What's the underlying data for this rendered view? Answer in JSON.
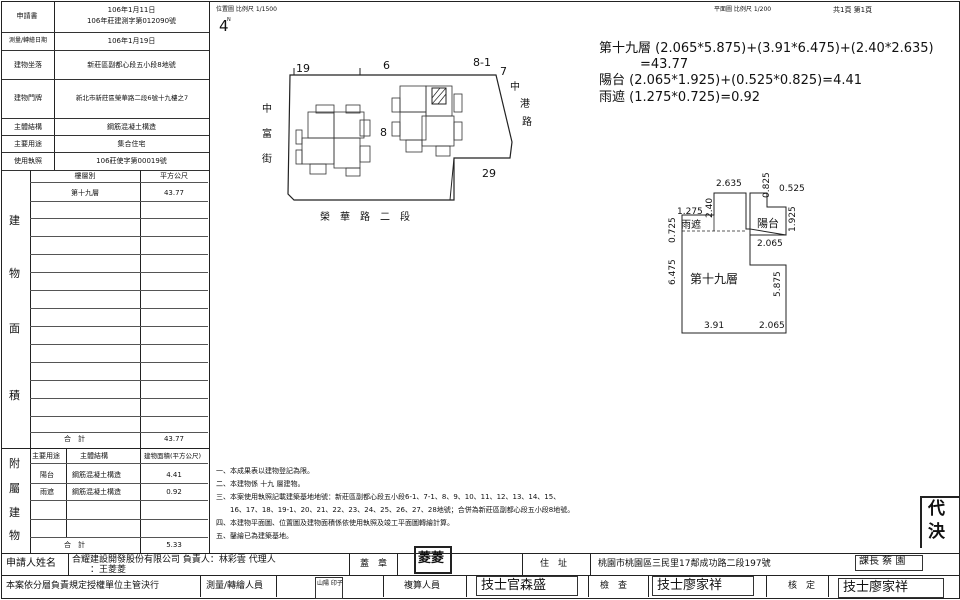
{
  "left_table": {
    "rows": [
      {
        "label": "申請書",
        "value": "106年1月11日\n106年莊建測字第012090號"
      },
      {
        "label": "測量/轉繪日期",
        "value": "106年1月19日"
      },
      {
        "label": "建物坐落",
        "value": "新莊區副都心段五小段8地號"
      },
      {
        "label": "建物門牌",
        "value": "新北市新莊區榮華路二段6號十九樓之7"
      },
      {
        "label": "主體結構",
        "value": "鋼筋混凝土構造"
      },
      {
        "label": "主要用途",
        "value": "集合住宅"
      },
      {
        "label": "使用執照",
        "value": "106莊使字第00019號"
      }
    ],
    "area_header": {
      "floor": "樓層別",
      "unit": "平方公尺"
    },
    "side_label_building": [
      "建",
      "物",
      "面",
      "積"
    ],
    "area_rows": [
      {
        "floor": "第十九層",
        "value": "43.77"
      }
    ],
    "subtotal": {
      "label": "合　計",
      "value": "43.77"
    },
    "side_label_attached": [
      "附",
      "屬",
      "建",
      "物"
    ],
    "attached_header": {
      "use": "主要用途",
      "structure": "主體結構",
      "area": "建物面積(平方公尺)"
    },
    "attached_rows": [
      {
        "use": "陽台",
        "structure": "鋼筋混凝土構造",
        "area": "4.41"
      },
      {
        "use": "雨遮",
        "structure": "鋼筋混凝土構造",
        "area": "0.92"
      }
    ],
    "attached_total": {
      "label": "合　計",
      "value": "5.33"
    }
  },
  "location_map": {
    "title": "位置圖 比例尺 1/1500",
    "north": "N",
    "lot_numbers": [
      "19",
      "6",
      "8-1",
      "7",
      "8",
      "29"
    ],
    "road_left": [
      "中",
      "富",
      "街"
    ],
    "road_right": [
      "中",
      "港",
      "路"
    ],
    "road_bottom": "榮　華　路　二　段"
  },
  "floor_plan": {
    "title": "平面圖 比例尺 1/200",
    "page": "共1頁 第1頁",
    "formula_line1": "第十九層 (2.065*5.875)+(3.91*6.475)+(2.40*2.635)",
    "formula_line2": "=43.77",
    "formula_line3": "陽台 (2.065*1.925)+(0.525*0.825)=4.41",
    "formula_line4": "雨遮 (1.275*0.725)=0.92",
    "dims": {
      "top": "2.635",
      "balcony_h": "0.825",
      "balcony_w": "0.525",
      "left_upper": "2.40",
      "eave_w": "1.275",
      "eave_h": "0.725",
      "balcony_side": "1.925",
      "mid": "2.065",
      "left_lower": "6.475",
      "right_lower": "5.875",
      "bottom_left": "3.91",
      "bottom_right": "2.065"
    },
    "room_main": "第十九層",
    "room_balcony": "陽台",
    "room_eave": "雨遮"
  },
  "notes": [
    "一、本成果表以建物登記為限。",
    "二、本建物係 十九 層建物。",
    "三、本案使用執照記載建築基地地號：新莊區副都心段五小段6-1、7-1、8、9、10、11、12、13、14、15、",
    "　　16、17、18、19-1、20、21、22、23、24、25、26、27、28地號；合併為新莊區副都心段五小段8地號。",
    "四、本建物平面圖、位置圖及建物面積係依使用執照及竣工平面圖轉繪計算。",
    "五、鑿繪已為建築基地。"
  ],
  "corner_stamp": [
    "代",
    "決"
  ],
  "footer": {
    "applicant_label": "申請人姓名",
    "applicant_value": "合耀建設開發股份有限公司 負責人：林彩雲 代理人",
    "applicant_value2": "：王菱菱",
    "seal_label": "蓋　章",
    "seal": "菱菱",
    "address_label": "住　址",
    "address_value": "桃園市桃園區三民里17鄰成功路二段197號",
    "chief_stamp": "課長 蔡 園",
    "bottom_note": "本案依分層負責規定授權單位主管決行",
    "surveyor_label": "測量/轉繪人員",
    "surveyor_stamp": "山陽 印子",
    "reviewer_label": "複算人員",
    "reviewer_stamp": "技士官森盛",
    "check_label": "檢　查",
    "check_stamp": "技士廖家祥",
    "verify_label": "核　定",
    "verify_stamp": "技士廖家祥"
  }
}
